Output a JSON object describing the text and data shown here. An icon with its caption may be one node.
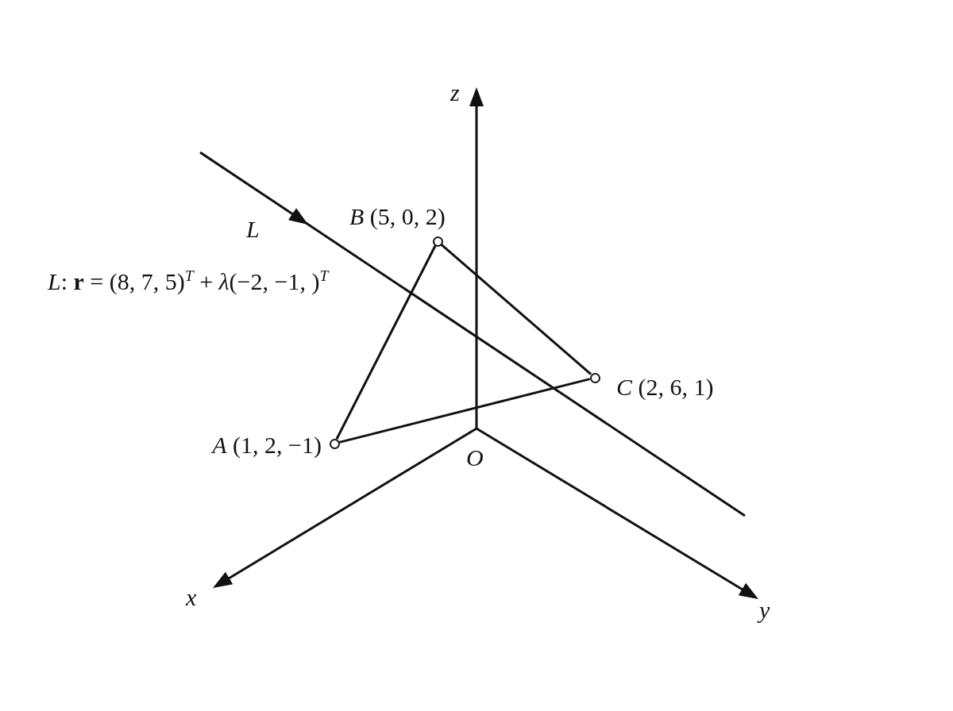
{
  "diagram": {
    "nodes": [
      {
        "text": [],
        "shape": "circle",
        "beside": [
          "*B* (5, 0, 2)"
        ]
      },
      {
        "text": [],
        "shape": "circle",
        "beside": [
          "*C* (2, 6, 1)"
        ]
      },
      {
        "text": [],
        "shape": "circle",
        "beside": [
          "*A* (1, 2, −1)"
        ]
      }
    ],
    "edges": [
      {
        "from": 2,
        "to": 0,
        "arrow": "none"
      },
      {
        "from": 0,
        "to": 1,
        "arrow": "none"
      },
      {
        "from": 1,
        "to": 2,
        "arrow": "none"
      }
    ],
    "labels": [
      "z",
      "L",
      "*L*: **r** = (8, 7, 5)$^{T}$ + *λ*(−2, −1, )$^{T}$",
      "O",
      "x",
      "y"
    ]
  }
}
